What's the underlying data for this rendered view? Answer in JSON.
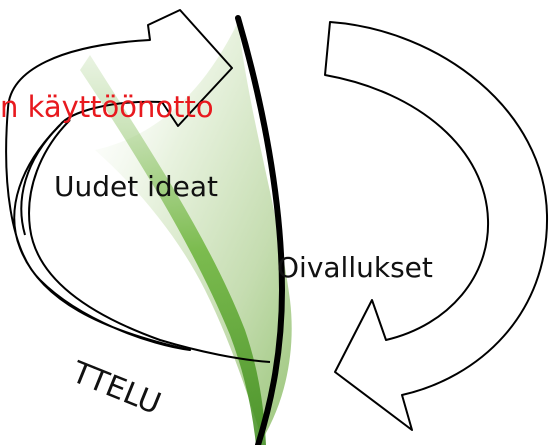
{
  "diagram": {
    "top_left_label": "n käyttöönotto",
    "left_label": "Uudet ideat",
    "right_label": "Oivallukset",
    "bottom_left_label": "TTELU",
    "colors": {
      "outline": "#000000",
      "top_left_label": "#e8191e",
      "plant_green": "#5aa62a",
      "plant_light": "#c9e1b6"
    }
  }
}
